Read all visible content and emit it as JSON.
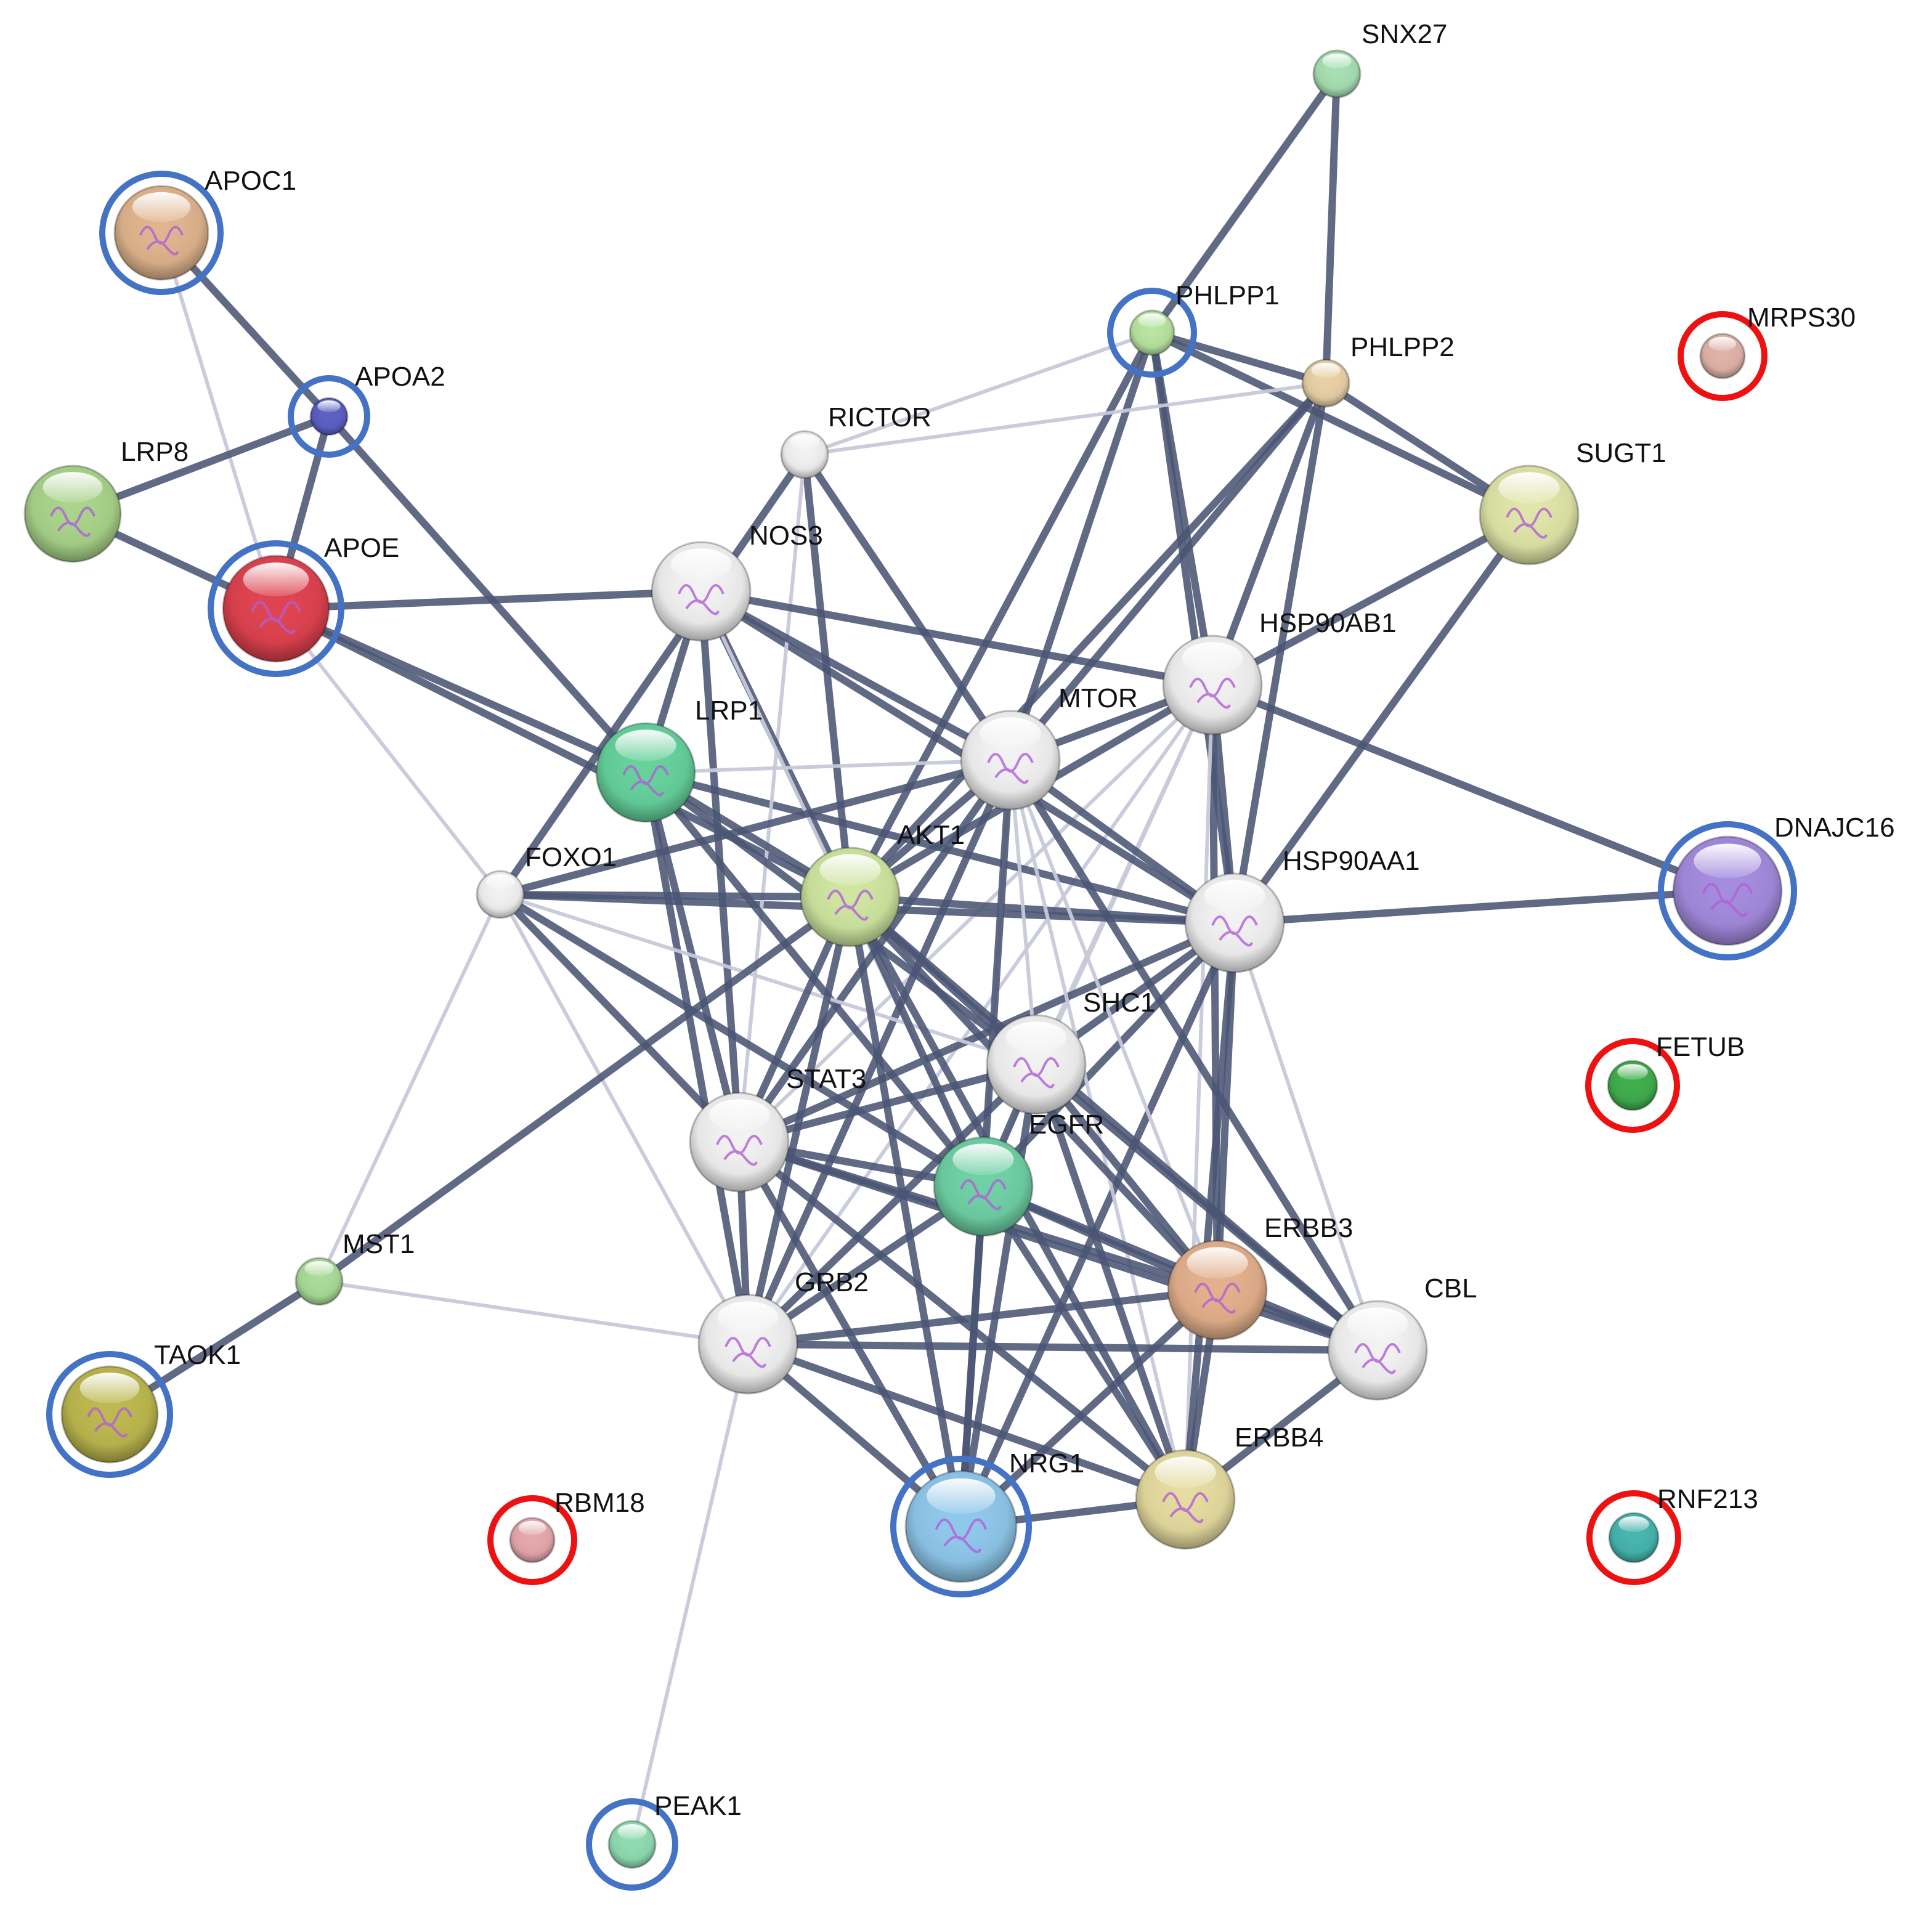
{
  "colors": {
    "edge_strong": "#4a5574",
    "edge_light": "#c7c9d9",
    "highlight_blue": "#4472c4",
    "highlight_red": "#ee1111"
  },
  "nodes": [
    {
      "id": "APOC1",
      "label": "APOC1",
      "color": "#e0b58e",
      "structure": true,
      "ring": "blue"
    },
    {
      "id": "APOA2",
      "label": "APOA2",
      "color": "#5b5fc2",
      "structure": false,
      "ring": "blue"
    },
    {
      "id": "LRP8",
      "label": "LRP8",
      "color": "#a9d48a",
      "structure": true,
      "ring": null
    },
    {
      "id": "APOE",
      "label": "APOE",
      "color": "#e0424f",
      "structure": true,
      "ring": "blue"
    },
    {
      "id": "RICTOR",
      "label": "RICTOR",
      "color": "#f2f2f2",
      "structure": false,
      "ring": null
    },
    {
      "id": "NOS3",
      "label": "NOS3",
      "color": "#f2f2f2",
      "structure": true,
      "ring": null
    },
    {
      "id": "LRP1",
      "label": "LRP1",
      "color": "#65d29c",
      "structure": true,
      "ring": null
    },
    {
      "id": "MTOR",
      "label": "MTOR",
      "color": "#f2f2f2",
      "structure": true,
      "ring": null
    },
    {
      "id": "FOXO1",
      "label": "FOXO1",
      "color": "#f2f2f2",
      "structure": false,
      "ring": null
    },
    {
      "id": "AKT1",
      "label": "AKT1",
      "color": "#cfe6a0",
      "structure": true,
      "ring": null
    },
    {
      "id": "SNX27",
      "label": "SNX27",
      "color": "#a6e0b2",
      "structure": false,
      "ring": null
    },
    {
      "id": "PHLPP1",
      "label": "PHLPP1",
      "color": "#b8e5a0",
      "structure": false,
      "ring": "blue"
    },
    {
      "id": "PHLPP2",
      "label": "PHLPP2",
      "color": "#e9d1a6",
      "structure": false,
      "ring": null
    },
    {
      "id": "MRPS30",
      "label": "MRPS30",
      "color": "#e0b3a8",
      "structure": false,
      "ring": "red"
    },
    {
      "id": "SUGT1",
      "label": "SUGT1",
      "color": "#e0e6a8",
      "structure": true,
      "ring": null
    },
    {
      "id": "HSP90AB1",
      "label": "HSP90AB1",
      "color": "#f2f2f2",
      "structure": true,
      "ring": null
    },
    {
      "id": "DNAJC16",
      "label": "DNAJC16",
      "color": "#a48bdf",
      "structure": true,
      "ring": "blue"
    },
    {
      "id": "HSP90AA1",
      "label": "HSP90AA1",
      "color": "#f2f2f2",
      "structure": true,
      "ring": null
    },
    {
      "id": "SHC1",
      "label": "SHC1",
      "color": "#f2f2f2",
      "structure": true,
      "ring": null
    },
    {
      "id": "FETUB",
      "label": "FETUB",
      "color": "#3fae4c",
      "structure": false,
      "ring": "red"
    },
    {
      "id": "STAT3",
      "label": "STAT3",
      "color": "#f2f2f2",
      "structure": true,
      "ring": null
    },
    {
      "id": "EGFR",
      "label": "EGFR",
      "color": "#6fd1a5",
      "structure": true,
      "ring": null
    },
    {
      "id": "ERBB3",
      "label": "ERBB3",
      "color": "#e4b08c",
      "structure": true,
      "ring": null
    },
    {
      "id": "CBL",
      "label": "CBL",
      "color": "#f2f2f2",
      "structure": true,
      "ring": null
    },
    {
      "id": "MST1",
      "label": "MST1",
      "color": "#a9dc98",
      "structure": false,
      "ring": null
    },
    {
      "id": "GRB2",
      "label": "GRB2",
      "color": "#f2f2f2",
      "structure": true,
      "ring": null
    },
    {
      "id": "TAOK1",
      "label": "TAOK1",
      "color": "#bdb84e",
      "structure": true,
      "ring": "blue"
    },
    {
      "id": "RBM18",
      "label": "RBM18",
      "color": "#e6a8ad",
      "structure": false,
      "ring": "red"
    },
    {
      "id": "NRG1",
      "label": "NRG1",
      "color": "#8fc8ec",
      "structure": true,
      "ring": "blue"
    },
    {
      "id": "ERBB4",
      "label": "ERBB4",
      "color": "#e6dca0",
      "structure": true,
      "ring": null
    },
    {
      "id": "RNF213",
      "label": "RNF213",
      "color": "#46b5ae",
      "structure": false,
      "ring": "red"
    },
    {
      "id": "PEAK1",
      "label": "PEAK1",
      "color": "#8fdcb2",
      "structure": false,
      "ring": "blue"
    }
  ],
  "edges": [
    {
      "source": "APOC1",
      "target": "APOA2",
      "strength": "strong"
    },
    {
      "source": "APOC1",
      "target": "APOE",
      "strength": "light"
    },
    {
      "source": "APOA2",
      "target": "LRP8",
      "strength": "strong"
    },
    {
      "source": "APOA2",
      "target": "APOE",
      "strength": "strong"
    },
    {
      "source": "APOA2",
      "target": "LRP1",
      "strength": "strong"
    },
    {
      "source": "LRP8",
      "target": "APOE",
      "strength": "strong"
    },
    {
      "source": "APOE",
      "target": "NOS3",
      "strength": "strong"
    },
    {
      "source": "APOE",
      "target": "LRP1",
      "strength": "strong"
    },
    {
      "source": "APOE",
      "target": "AKT1",
      "strength": "strong"
    },
    {
      "source": "APOE",
      "target": "FOXO1",
      "strength": "light"
    },
    {
      "source": "SNX27",
      "target": "PHLPP1",
      "strength": "strong"
    },
    {
      "source": "SNX27",
      "target": "PHLPP2",
      "strength": "strong"
    },
    {
      "source": "PHLPP1",
      "target": "PHLPP2",
      "strength": "strong"
    },
    {
      "source": "PHLPP1",
      "target": "RICTOR",
      "strength": "light"
    },
    {
      "source": "PHLPP1",
      "target": "SUGT1",
      "strength": "strong"
    },
    {
      "source": "PHLPP1",
      "target": "HSP90AB1",
      "strength": "strong"
    },
    {
      "source": "PHLPP1",
      "target": "HSP90AA1",
      "strength": "strong"
    },
    {
      "source": "PHLPP1",
      "target": "AKT1",
      "strength": "strong"
    },
    {
      "source": "PHLPP1",
      "target": "MTOR",
      "strength": "strong"
    },
    {
      "source": "PHLPP2",
      "target": "RICTOR",
      "strength": "light"
    },
    {
      "source": "PHLPP2",
      "target": "SUGT1",
      "strength": "strong"
    },
    {
      "source": "PHLPP2",
      "target": "HSP90AB1",
      "strength": "strong"
    },
    {
      "source": "PHLPP2",
      "target": "HSP90AA1",
      "strength": "strong"
    },
    {
      "source": "PHLPP2",
      "target": "AKT1",
      "strength": "strong"
    },
    {
      "source": "PHLPP2",
      "target": "MTOR",
      "strength": "strong"
    },
    {
      "source": "SUGT1",
      "target": "HSP90AB1",
      "strength": "strong"
    },
    {
      "source": "SUGT1",
      "target": "HSP90AA1",
      "strength": "strong"
    },
    {
      "source": "HSP90AB1",
      "target": "HSP90AA1",
      "strength": "strong"
    },
    {
      "source": "HSP90AB1",
      "target": "DNAJC16",
      "strength": "strong"
    },
    {
      "source": "HSP90AB1",
      "target": "AKT1",
      "strength": "strong"
    },
    {
      "source": "HSP90AB1",
      "target": "MTOR",
      "strength": "strong"
    },
    {
      "source": "HSP90AB1",
      "target": "STAT3",
      "strength": "light"
    },
    {
      "source": "HSP90AB1",
      "target": "EGFR",
      "strength": "light"
    },
    {
      "source": "HSP90AB1",
      "target": "ERBB3",
      "strength": "strong"
    },
    {
      "source": "HSP90AB1",
      "target": "ERBB4",
      "strength": "light"
    },
    {
      "source": "HSP90AB1",
      "target": "SHC1",
      "strength": "light"
    },
    {
      "source": "HSP90AB1",
      "target": "GRB2",
      "strength": "light"
    },
    {
      "source": "HSP90AA1",
      "target": "DNAJC16",
      "strength": "strong"
    },
    {
      "source": "HSP90AA1",
      "target": "AKT1",
      "strength": "strong"
    },
    {
      "source": "HSP90AA1",
      "target": "MTOR",
      "strength": "strong"
    },
    {
      "source": "HSP90AA1",
      "target": "FOXO1",
      "strength": "strong"
    },
    {
      "source": "HSP90AA1",
      "target": "LRP1",
      "strength": "strong"
    },
    {
      "source": "HSP90AA1",
      "target": "NOS3",
      "strength": "strong"
    },
    {
      "source": "HSP90AA1",
      "target": "STAT3",
      "strength": "strong"
    },
    {
      "source": "HSP90AA1",
      "target": "EGFR",
      "strength": "strong"
    },
    {
      "source": "HSP90AA1",
      "target": "ERBB3",
      "strength": "strong"
    },
    {
      "source": "HSP90AA1",
      "target": "ERBB4",
      "strength": "strong"
    },
    {
      "source": "HSP90AA1",
      "target": "CBL",
      "strength": "light"
    },
    {
      "source": "HSP90AA1",
      "target": "SHC1",
      "strength": "strong"
    },
    {
      "source": "HSP90AA1",
      "target": "NRG1",
      "strength": "strong"
    },
    {
      "source": "RICTOR",
      "target": "MTOR",
      "strength": "strong"
    },
    {
      "source": "RICTOR",
      "target": "AKT1",
      "strength": "strong"
    },
    {
      "source": "RICTOR",
      "target": "FOXO1",
      "strength": "strong"
    },
    {
      "source": "RICTOR",
      "target": "STAT3",
      "strength": "light"
    },
    {
      "source": "NOS3",
      "target": "AKT1",
      "strength": "strong"
    },
    {
      "source": "NOS3",
      "target": "MTOR",
      "strength": "strong"
    },
    {
      "source": "NOS3",
      "target": "HSP90AB1",
      "strength": "strong"
    },
    {
      "source": "NOS3",
      "target": "STAT3",
      "strength": "strong"
    },
    {
      "source": "NOS3",
      "target": "EGFR",
      "strength": "light"
    },
    {
      "source": "NOS3",
      "target": "LRP1",
      "strength": "strong"
    },
    {
      "source": "LRP1",
      "target": "AKT1",
      "strength": "strong"
    },
    {
      "source": "LRP1",
      "target": "MTOR",
      "strength": "light"
    },
    {
      "source": "LRP1",
      "target": "STAT3",
      "strength": "strong"
    },
    {
      "source": "LRP1",
      "target": "EGFR",
      "strength": "strong"
    },
    {
      "source": "LRP1",
      "target": "GRB2",
      "strength": "strong"
    },
    {
      "source": "LRP1",
      "target": "SHC1",
      "strength": "strong"
    },
    {
      "source": "MTOR",
      "target": "AKT1",
      "strength": "strong"
    },
    {
      "source": "MTOR",
      "target": "FOXO1",
      "strength": "strong"
    },
    {
      "source": "MTOR",
      "target": "STAT3",
      "strength": "strong"
    },
    {
      "source": "MTOR",
      "target": "EGFR",
      "strength": "light"
    },
    {
      "source": "MTOR",
      "target": "GRB2",
      "strength": "strong"
    },
    {
      "source": "MTOR",
      "target": "ERBB3",
      "strength": "light"
    },
    {
      "source": "MTOR",
      "target": "ERBB4",
      "strength": "light"
    },
    {
      "source": "MTOR",
      "target": "NRG1",
      "strength": "strong"
    },
    {
      "source": "MTOR",
      "target": "SHC1",
      "strength": "light"
    },
    {
      "source": "MTOR",
      "target": "CBL",
      "strength": "strong"
    },
    {
      "source": "FOXO1",
      "target": "AKT1",
      "strength": "strong"
    },
    {
      "source": "FOXO1",
      "target": "STAT3",
      "strength": "strong"
    },
    {
      "source": "FOXO1",
      "target": "EGFR",
      "strength": "strong"
    },
    {
      "source": "FOXO1",
      "target": "GRB2",
      "strength": "light"
    },
    {
      "source": "FOXO1",
      "target": "MST1",
      "strength": "light"
    },
    {
      "source": "FOXO1",
      "target": "SHC1",
      "strength": "light"
    },
    {
      "source": "AKT1",
      "target": "STAT3",
      "strength": "strong"
    },
    {
      "source": "AKT1",
      "target": "EGFR",
      "strength": "strong"
    },
    {
      "source": "AKT1",
      "target": "GRB2",
      "strength": "strong"
    },
    {
      "source": "AKT1",
      "target": "SHC1",
      "strength": "strong"
    },
    {
      "source": "AKT1",
      "target": "ERBB3",
      "strength": "strong"
    },
    {
      "source": "AKT1",
      "target": "ERBB4",
      "strength": "strong"
    },
    {
      "source": "AKT1",
      "target": "NRG1",
      "strength": "strong"
    },
    {
      "source": "AKT1",
      "target": "CBL",
      "strength": "strong"
    },
    {
      "source": "AKT1",
      "target": "MST1",
      "strength": "strong"
    },
    {
      "source": "SHC1",
      "target": "STAT3",
      "strength": "strong"
    },
    {
      "source": "SHC1",
      "target": "EGFR",
      "strength": "strong"
    },
    {
      "source": "SHC1",
      "target": "GRB2",
      "strength": "strong"
    },
    {
      "source": "SHC1",
      "target": "ERBB3",
      "strength": "strong"
    },
    {
      "source": "SHC1",
      "target": "ERBB4",
      "strength": "strong"
    },
    {
      "source": "SHC1",
      "target": "NRG1",
      "strength": "strong"
    },
    {
      "source": "SHC1",
      "target": "CBL",
      "strength": "strong"
    },
    {
      "source": "STAT3",
      "target": "EGFR",
      "strength": "strong"
    },
    {
      "source": "STAT3",
      "target": "GRB2",
      "strength": "strong"
    },
    {
      "source": "STAT3",
      "target": "ERBB3",
      "strength": "strong"
    },
    {
      "source": "STAT3",
      "target": "ERBB4",
      "strength": "strong"
    },
    {
      "source": "STAT3",
      "target": "NRG1",
      "strength": "strong"
    },
    {
      "source": "STAT3",
      "target": "CBL",
      "strength": "strong"
    },
    {
      "source": "EGFR",
      "target": "GRB2",
      "strength": "strong"
    },
    {
      "source": "EGFR",
      "target": "ERBB3",
      "strength": "strong"
    },
    {
      "source": "EGFR",
      "target": "ERBB4",
      "strength": "strong"
    },
    {
      "source": "EGFR",
      "target": "NRG1",
      "strength": "strong"
    },
    {
      "source": "EGFR",
      "target": "CBL",
      "strength": "strong"
    },
    {
      "source": "ERBB3",
      "target": "GRB2",
      "strength": "strong"
    },
    {
      "source": "ERBB3",
      "target": "ERBB4",
      "strength": "strong"
    },
    {
      "source": "ERBB3",
      "target": "NRG1",
      "strength": "strong"
    },
    {
      "source": "ERBB3",
      "target": "CBL",
      "strength": "strong"
    },
    {
      "source": "GRB2",
      "target": "CBL",
      "strength": "strong"
    },
    {
      "source": "GRB2",
      "target": "ERBB4",
      "strength": "strong"
    },
    {
      "source": "GRB2",
      "target": "NRG1",
      "strength": "strong"
    },
    {
      "source": "GRB2",
      "target": "MST1",
      "strength": "light"
    },
    {
      "source": "GRB2",
      "target": "PEAK1",
      "strength": "light"
    },
    {
      "source": "ERBB4",
      "target": "CBL",
      "strength": "strong"
    },
    {
      "source": "ERBB4",
      "target": "NRG1",
      "strength": "strong"
    },
    {
      "source": "MST1",
      "target": "TAOK1",
      "strength": "strong"
    }
  ]
}
